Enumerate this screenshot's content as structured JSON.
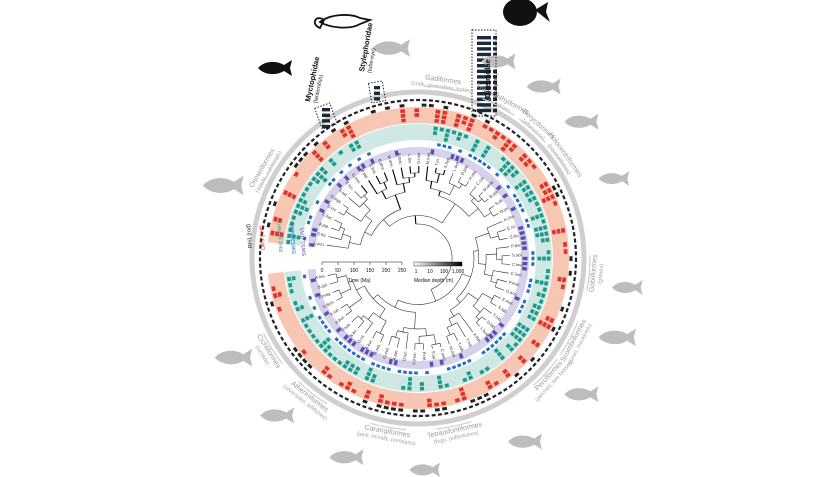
{
  "colors": {
    "outer_ring": "#cfcfcf",
    "dash_ring": "#222222",
    "red_band": "#f7c7b4",
    "red_marks": "#e0322a",
    "teal_band": "#cfe8e4",
    "teal_marks": "#1a9a8a",
    "blue_marks": "#1f6fc4",
    "violet_band": "#d6d2ec",
    "violet_marks": "#5a50b0",
    "tree": "#222222",
    "silhouette_grey": "#bdbdbd",
    "silhouette_black": "#111111"
  },
  "ring_labels": {
    "rh1": "RH1 (rod)",
    "lws": "LWS (red)",
    "rh2": "RH2 (green)",
    "sws2": "SWS2 (blue)",
    "sws1": "SWS1 (UV)"
  },
  "families": [
    {
      "name": "Myctophidae",
      "common": "(lanternfish)"
    },
    {
      "name": "Stylephoridae",
      "common": "(tube-eye)"
    },
    {
      "name": "Diretmidae",
      "common": "(spinyfins)"
    }
  ],
  "groups": [
    {
      "name": "Gadiformes",
      "common": "(cods, grenadiers, hakes)"
    },
    {
      "name": "Trachichthyiformes",
      "common": "(roughies)"
    },
    {
      "name": "Beryciformes",
      "common": "(alfonsinos)"
    },
    {
      "name": "Holocentriformes",
      "common": "(squirrelfishes)"
    },
    {
      "name": "Gobiiformes",
      "common": "(gobies)"
    },
    {
      "name": "Scombriformes",
      "common": "(tunas, mackerels)"
    },
    {
      "name": "Perciformes",
      "common": "(perches, sea basses)"
    },
    {
      "name": "Tetraodontiformes",
      "common": "(fugu, pufferfishes)"
    },
    {
      "name": "Carangiformes",
      "common": "(jack, trevally, pompano)"
    },
    {
      "name": "Atheriniformes",
      "common": "(silversides, killifishes)"
    },
    {
      "name": "Cichliformes",
      "common": "(cichlids)"
    },
    {
      "name": "Osmeriformes",
      "common": "(smelts, salmonids)"
    }
  ],
  "species_top": [
    "L.ocu.",
    "S.for.",
    "A.jap.",
    "C.har.",
    "D.rer.",
    "O.myk.",
    "S.sal.",
    "E.luc.",
    "O.mor.",
    "M.jap.",
    "C.bra.",
    "B.pha.",
    "M.ans.",
    "B.mac.",
    "L.lim.",
    "G.mor.",
    "M.mer.",
    "T.tri.",
    "S.hyp.",
    "L.aus.",
    "D.pac.",
    "H.ata.",
    "C.cal.",
    "M.amb.",
    "B.spl.",
    "S.pil.",
    "M.jor.",
    "A.cho.",
    "E.ivi.",
    "S.fin.",
    "P.the.",
    "S.obl.",
    "C.kna."
  ],
  "species_bottom": [
    "C.lum.",
    "P.mar.",
    "G.acu.",
    "E.mel.",
    "S.lab.",
    "T.rub.",
    "D.lab.",
    "L.bud.",
    "A.lep.",
    "T.nig.",
    "T.rub.",
    "M.mol.",
    "C.sem.",
    "S.lal.",
    "P.ret.",
    "X.mac.",
    "O.lat.",
    "A.per.",
    "O.mel.",
    "M.zeb.",
    "A.bur.",
    "O.nil.",
    "N.bri.",
    "P.nye.",
    "H.bur.",
    "A.cal.",
    "S.dum.",
    "P.mag.",
    "B.spl.",
    "A.tes.",
    "M.alb.",
    "A.ocu."
  ],
  "time_axis": {
    "label": "Time (Ma)",
    "ticks": [
      "0",
      "50",
      "100",
      "150",
      "200",
      "250"
    ]
  },
  "depth_legend": {
    "label": "Median depth (m)",
    "ticks": [
      "1",
      "10",
      "100",
      "1,000"
    ]
  }
}
